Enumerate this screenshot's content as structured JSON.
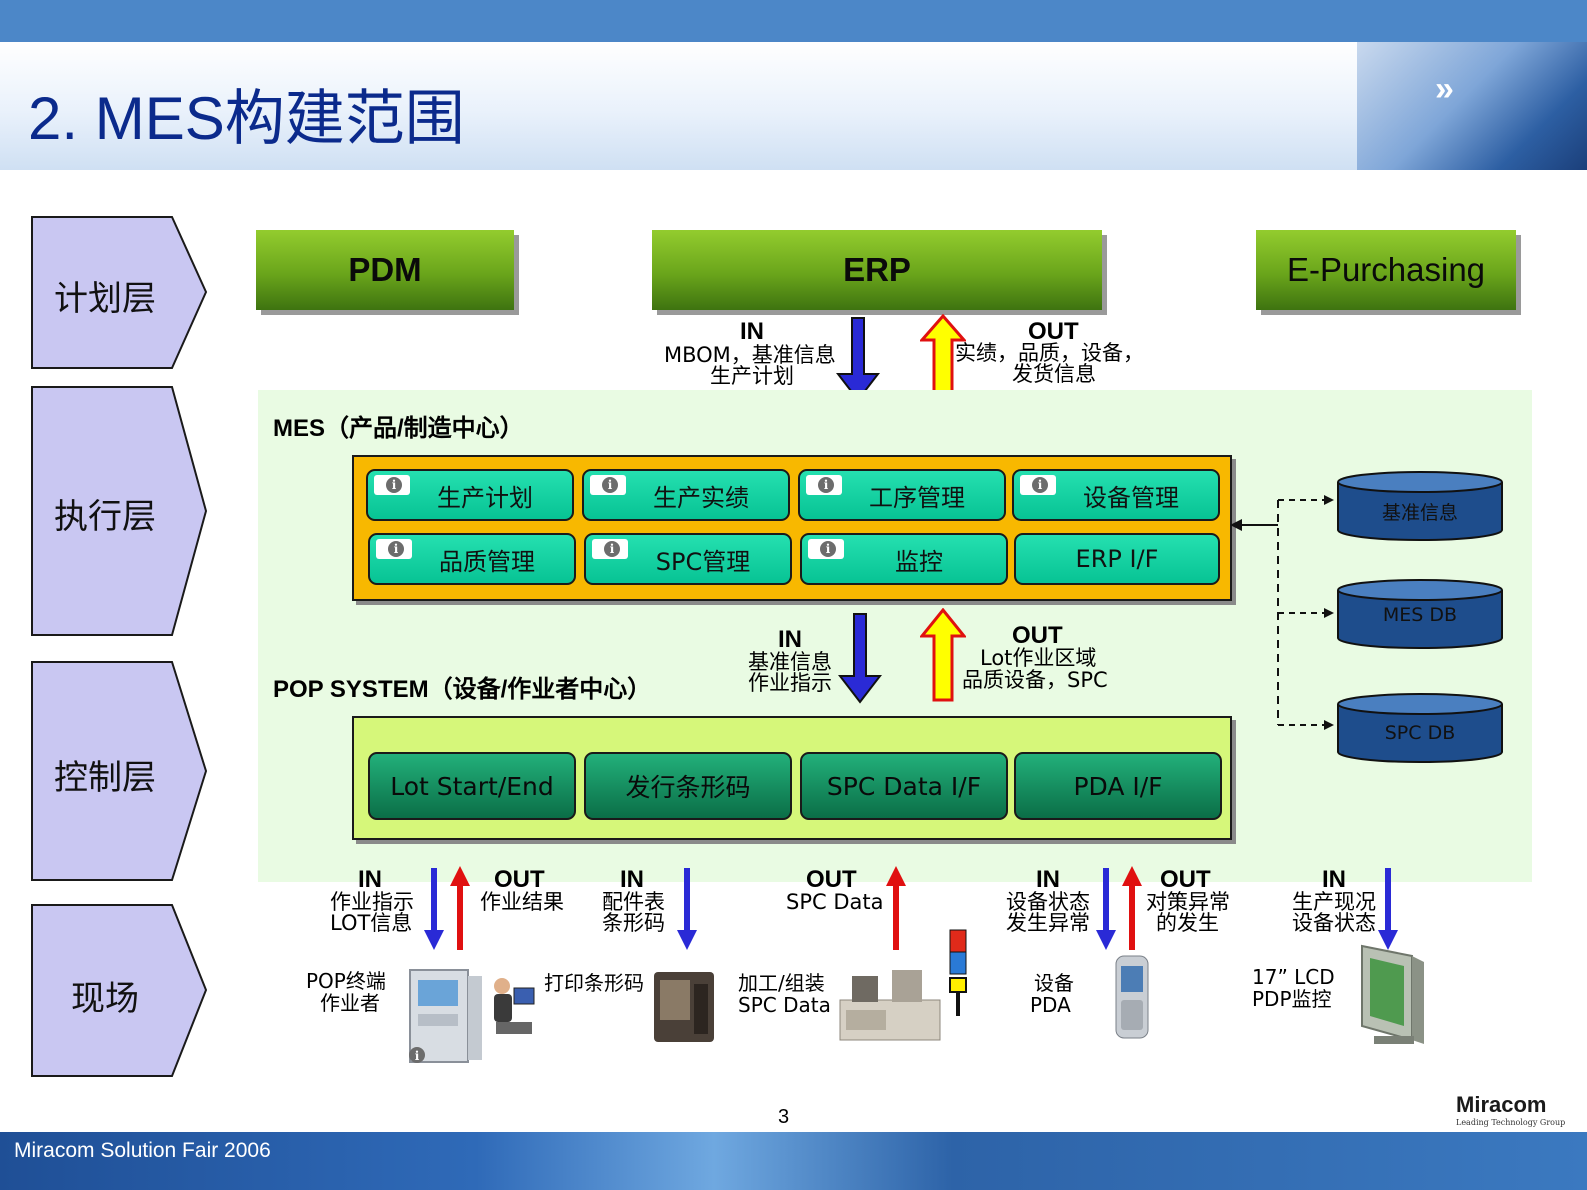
{
  "header": {
    "title": "2. MES构建范围",
    "deco_glyph": "»"
  },
  "layers": [
    "计划层",
    "执行层",
    "控制层",
    "现场"
  ],
  "systems": {
    "pdm": "PDM",
    "erp": "ERP",
    "epurchasing": "E-Purchasing"
  },
  "erp_flow": {
    "in_label": "IN",
    "in_line1": "MBOM，基准信息",
    "in_line2": "生产计划",
    "out_label": "OUT",
    "out_line1": "实绩，品质，设备，",
    "out_line2": "发货信息"
  },
  "mes": {
    "title": "MES（产品/制造中心）",
    "modules": [
      "生产计划",
      "生产实绩",
      "工序管理",
      "设备管理",
      "品质管理",
      "SPC管理",
      "监控",
      "ERP I/F"
    ]
  },
  "pop_flow": {
    "in_label": "IN",
    "in_line1": "基准信息",
    "in_line2": "作业指示",
    "out_label": "OUT",
    "out_line1": "Lot作业区域",
    "out_line2": "品质设备，SPC"
  },
  "pop": {
    "title": "POP SYSTEM（设备/作业者中心）",
    "modules": [
      "Lot Start/End",
      "发行条形码",
      "SPC Data I/F",
      "PDA I/F"
    ]
  },
  "databases": [
    "基准信息",
    "MES DB",
    "SPC DB"
  ],
  "field_flows": {
    "f1_in_label": "IN",
    "f1_in_line1": "作业指示",
    "f1_in_line2": "LOT信息",
    "f1_out_label": "OUT",
    "f1_out_line1": "作业结果",
    "f2_in_label": "IN",
    "f2_in_line1": "配件表",
    "f2_in_line2": "条形码",
    "f3_out_label": "OUT",
    "f3_out_line1": "SPC Data",
    "f4_in_label": "IN",
    "f4_in_line1": "设备状态",
    "f4_in_line2": "发生异常",
    "f4_out_label": "OUT",
    "f4_out_line1": "对策异常",
    "f4_out_line2": "的发生",
    "f5_in_label": "IN",
    "f5_in_line1": "生产现况",
    "f5_in_line2": "设备状态"
  },
  "devices": {
    "pop_line1": "POP终端",
    "pop_line2": "作业者",
    "printer": "打印条形码",
    "spc_line1": "加工/组装",
    "spc_line2": "SPC Data",
    "pda_line1": "设备",
    "pda_line2": "PDA",
    "lcd_line1": "17” LCD",
    "lcd_line2": "PDP监控"
  },
  "colors": {
    "in_arrow": "#2a2ad6",
    "out_arrow": "#e01010",
    "out_fill": "#ffff00",
    "mes_border": "#f8b800"
  },
  "footer": {
    "text": "Miracom Solution Fair 2006",
    "page": "3",
    "logo": "Miracom",
    "logo_sub": "Leading Technology Group"
  }
}
